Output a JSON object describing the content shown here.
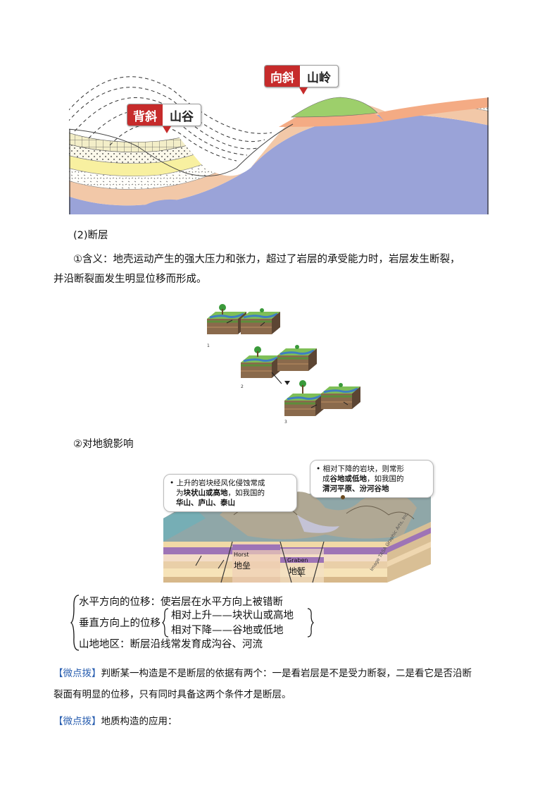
{
  "fold_figure": {
    "syncline_tag": "向斜",
    "syncline_landform": "山岭",
    "anticline_tag": "背斜",
    "anticline_landform": "山谷"
  },
  "section_heading": "(2)断层",
  "definition": {
    "line1": "①含义：地壳运动产生的强大压力和张力，超过了岩层的承受能力时，岩层发生断裂，",
    "line2": "并沿断裂面发生明显位移而形成。"
  },
  "fault_steps": [
    "1",
    "2",
    "3"
  ],
  "influence_heading": "②对地貌影响",
  "block_diagram": {
    "left_callout": {
      "line1": "上升的岩块经风化侵蚀常成",
      "line2_plain": "为",
      "line2_bold": "块状山或高地",
      "line2_tail": "，如我国的",
      "line3": "华山、庐山、泰山"
    },
    "right_callout": {
      "line1": "相对下降的岩块，则常形",
      "line2_plain": "成",
      "line2_bold": "谷地或低地",
      "line2_tail": "，如我国的",
      "line3": "渭河平原、汾河谷地"
    },
    "horst_en": "Horst",
    "horst_cn": "地垒",
    "graben_en": "Graben",
    "graben_cn": "地堑",
    "credit": "Image TASA Graphic Arts, Inc."
  },
  "summary": {
    "horizontal": "水平方向的位移：使岩层在水平方向上被错断",
    "vertical_label": "垂直方向上的位移",
    "vertical_up": "相对上升——块状山或高地",
    "vertical_down": "相对下降——谷地或低地",
    "mountain": "山地地区：断层沿线常发育成沟谷、河流"
  },
  "tip1": {
    "tag": "【微点拨】",
    "line1": "判断某一构造是不是断层的依据有两个：一是看岩层是不是受力断裂，二是看它是否沿断",
    "line2": "裂面有明显的位移，只有同时具备这两个条件才是断层。"
  },
  "tip2": {
    "tag": "【微点拨】",
    "text": "地质构造的应用："
  }
}
